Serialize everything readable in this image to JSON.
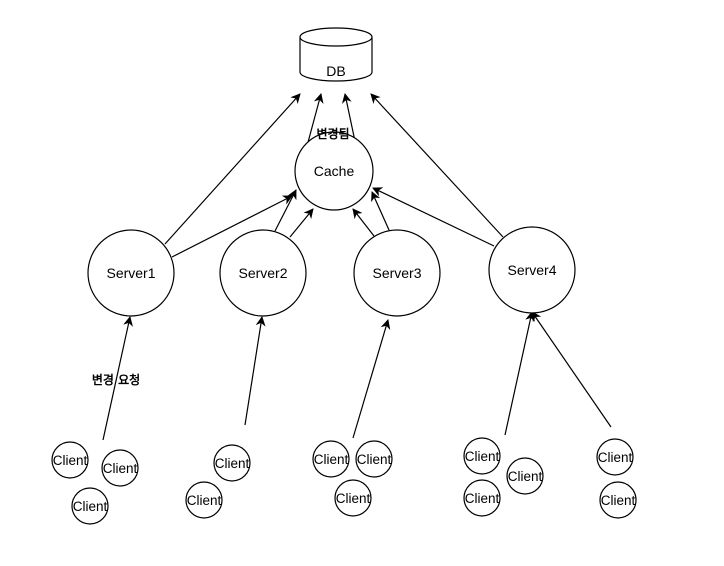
{
  "diagram": {
    "db_label": "DB",
    "cache_label": "Cache",
    "servers": [
      "Server1",
      "Server2",
      "Server3",
      "Server4"
    ],
    "client_label": "Client",
    "annotation_changed": "변경됨",
    "annotation_change_request": "변경 요청"
  },
  "colors": {
    "stroke": "#000000",
    "fill": "#ffffff",
    "background": "#ffffff"
  }
}
